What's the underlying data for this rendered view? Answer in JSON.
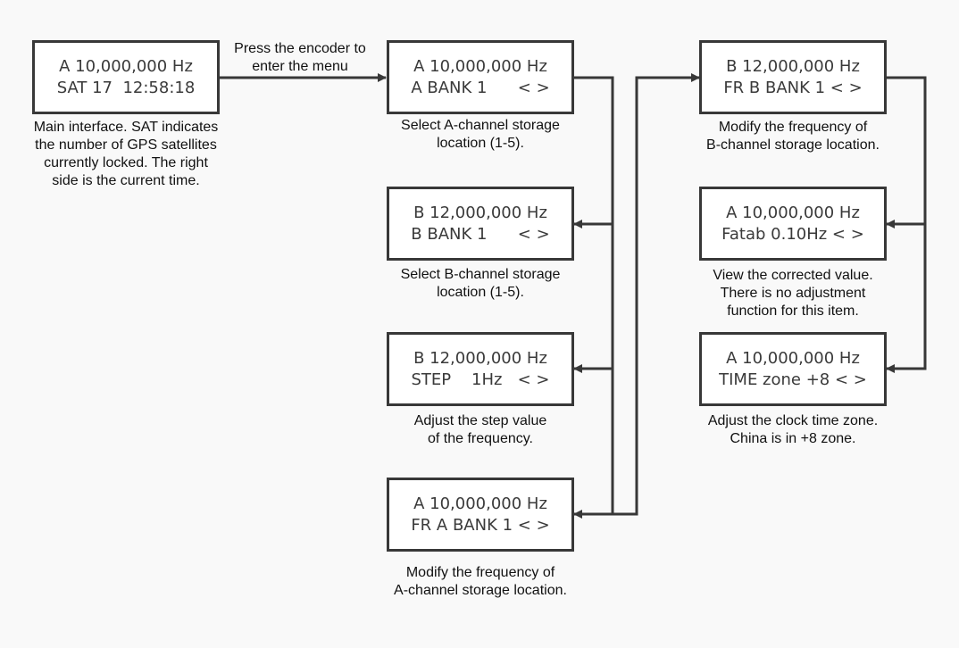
{
  "edge_label": [
    "Press the encoder to",
    "enter the menu"
  ],
  "screens": [
    {
      "id": "main",
      "line1": "A 10,000,000 Hz",
      "line2": "SAT 17  12:58:18",
      "caption": [
        "Main interface. SAT indicates",
        "the number of GPS satellites",
        "currently locked. The right",
        "side is the current time."
      ]
    },
    {
      "id": "a-bank",
      "line1": "A 10,000,000 Hz",
      "line2": "A BANK 1      < >",
      "caption": [
        "Select A-channel storage",
        "location (1-5)."
      ]
    },
    {
      "id": "b-bank",
      "line1": "B 12,000,000 Hz",
      "line2": "B BANK 1      < >",
      "caption": [
        "Select B-channel storage",
        "location (1-5)."
      ]
    },
    {
      "id": "step",
      "line1": "B 12,000,000 Hz",
      "line2": "STEP    1Hz   < >",
      "caption": [
        "Adjust the step value",
        "of the frequency."
      ]
    },
    {
      "id": "fr-a-bank",
      "line1": "A 10,000,000 Hz",
      "line2": "FR A BANK 1 < >",
      "caption": [
        "Modify the frequency of",
        "A-channel storage location."
      ]
    },
    {
      "id": "fr-b-bank",
      "line1": "B 12,000,000 Hz",
      "line2": "FR B BANK 1 < >",
      "caption": [
        "Modify the frequency of",
        "B-channel storage location."
      ]
    },
    {
      "id": "fatab",
      "line1": "A 10,000,000 Hz",
      "line2": "Fatab 0.10Hz < >",
      "caption": [
        "View the corrected value.",
        "There is no adjustment",
        "function for this item."
      ]
    },
    {
      "id": "time-zone",
      "line1": "A 10,000,000 Hz",
      "line2": "TIME zone +8 < >",
      "caption": [
        "Adjust the clock time zone.",
        "China is in +8 zone."
      ]
    }
  ]
}
